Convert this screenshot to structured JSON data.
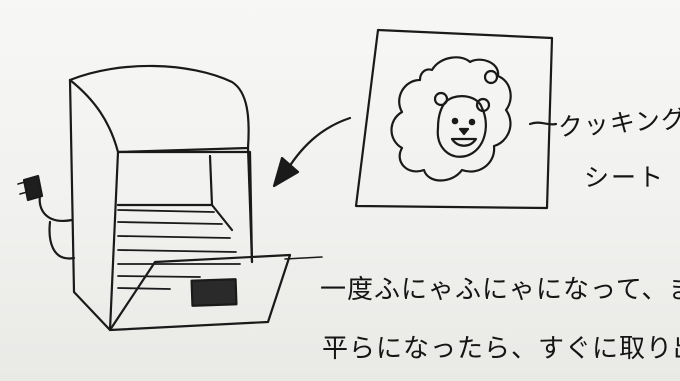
{
  "sheet_label": {
    "line1": "クッキング",
    "line2": "シート"
  },
  "caption": {
    "line1": "一度ふにゃふにゃになって、また",
    "line2": "平らになったら、すぐに取り出す。"
  }
}
